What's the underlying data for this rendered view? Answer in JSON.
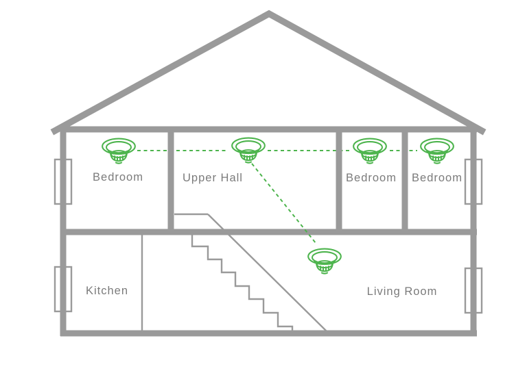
{
  "diagram_type": "house-cross-section-smoke-detector-placement",
  "rooms": [
    {
      "label": "Bedroom",
      "floor": "upper"
    },
    {
      "label": "Upper Hall",
      "floor": "upper"
    },
    {
      "label": "Bedroom",
      "floor": "upper"
    },
    {
      "label": "Bedroom",
      "floor": "upper"
    },
    {
      "label": "Kitchen",
      "floor": "ground"
    },
    {
      "label": "Living Room",
      "floor": "ground"
    }
  ],
  "smoke_detectors": {
    "count": 5,
    "icon": "smoke-detector-icon",
    "locations": [
      "Bedroom",
      "Upper Hall",
      "Bedroom",
      "Bedroom",
      "Living Room"
    ],
    "interconnected": true,
    "connection_style": "dashed"
  },
  "colors": {
    "wall": "#9a9a9a",
    "label": "#7b7b7b",
    "green": "#4db44d",
    "background": "#ffffff"
  }
}
